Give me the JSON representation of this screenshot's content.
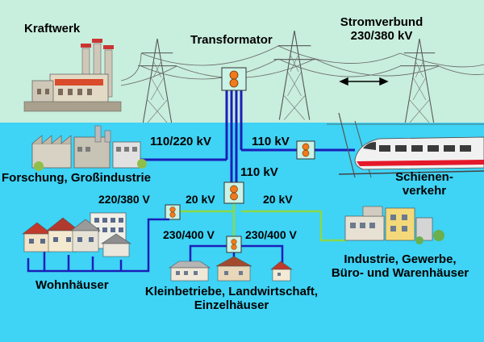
{
  "labels": {
    "kraftwerk": "Kraftwerk",
    "transformator": "Transformator",
    "stromverbund_line1": "Stromverbund",
    "stromverbund_line2": "230/380 kV",
    "v_110_220": "110/220 kV",
    "v_110_right": "110 kV",
    "v_110_center": "110 kV",
    "forschung": "Forschung, Großindustrie",
    "schienen_line1": "Schienen-",
    "schienen_line2": "verkehr",
    "v_220_380": "220/380 V",
    "v_20_left": "20 kV",
    "v_20_right": "20 kV",
    "v_230_400_left": "230/400 V",
    "v_230_400_right": "230/400 V",
    "wohnhaeuser": "Wohnhäuser",
    "industrie_line1": "Industrie, Gewerbe,",
    "industrie_line2": "Büro- und Warenhäuser",
    "klein_line1": "Kleinbetriebe, Landwirtschaft,",
    "klein_line2": "Einzelhäuser"
  },
  "colors": {
    "sky": "#c8eedd",
    "water": "#3fd3f5",
    "high_voltage_line": "#1a1fb8",
    "medium_voltage_line": "#8ad94a",
    "transformer_box": "#c9f3e6",
    "transformer_core": "#f07a1c"
  }
}
